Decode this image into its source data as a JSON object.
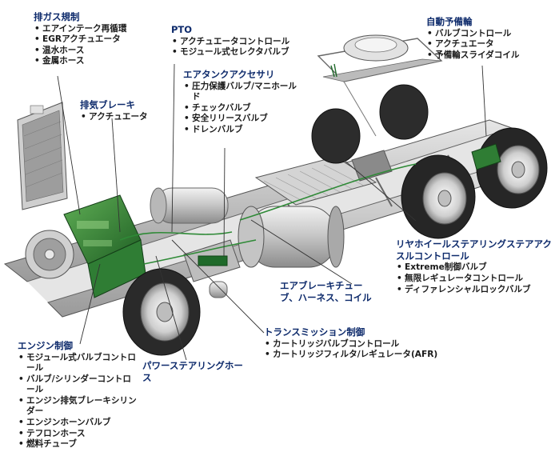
{
  "diagram": {
    "groups": {
      "emission": {
        "heading": "排ガス規制",
        "items": [
          "エアインテーク再循環",
          "EGRアクチュエータ",
          "温水ホース",
          "金属ホース"
        ]
      },
      "pto": {
        "heading": "PTO",
        "items": [
          "アクチュエータコントロール",
          "モジュール式セレクタバルブ"
        ]
      },
      "spare": {
        "heading": "自動予備輪",
        "items": [
          "バルブコントロール",
          "アクチュエータ",
          "予備輪スライダコイル"
        ]
      },
      "exhaust_brake": {
        "heading": "排気ブレーキ",
        "items": [
          "アクチュエータ"
        ]
      },
      "air_tank": {
        "heading": "エアタンクアクセサリ",
        "items": [
          "圧力保護バルブ/マニホールド",
          "チェックバルブ",
          "安全リリースバルブ",
          "ドレンバルブ"
        ]
      },
      "rear_wheel": {
        "heading": "リヤホイールステアリングステアアクスルコントロール",
        "items": [
          "Extreme制御バルブ",
          "無限レギュレータコントロール",
          "ディファレンシャルロックバルブ"
        ]
      },
      "air_brake": {
        "heading": "エアブレーキチューブ、ハーネス、コイル",
        "items": []
      },
      "transmission": {
        "heading": "トランスミッション制御",
        "items": [
          "カートリッジバルブコントロール",
          "カートリッジフィルタ/レギュレータ(AFR)"
        ]
      },
      "power_steering": {
        "heading": "パワーステアリングホース",
        "items": []
      },
      "engine": {
        "heading": "エンジン制御",
        "items": [
          "モジュール式バルブコントロール",
          "バルブ/シリンダーコントロール",
          "エンジン排気ブレーキシリンダー",
          "エンジンホーンバルブ",
          "テフロンホース",
          "燃料チューブ"
        ]
      }
    }
  }
}
